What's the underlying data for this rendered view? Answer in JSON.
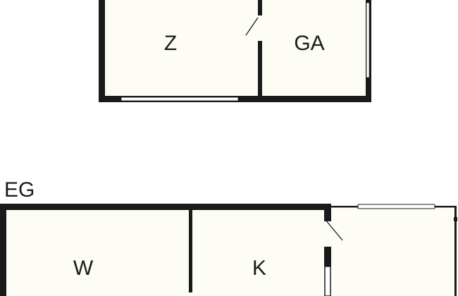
{
  "floors": [
    {
      "name": "",
      "rooms": [
        {
          "label": "Z"
        },
        {
          "label": "GA"
        }
      ]
    },
    {
      "name": "EG",
      "rooms": [
        {
          "label": "W"
        },
        {
          "label": "K"
        }
      ]
    }
  ],
  "colors": {
    "wall": "#1a1a1a",
    "floor": "#fdfdf6",
    "background": "#ffffff"
  }
}
